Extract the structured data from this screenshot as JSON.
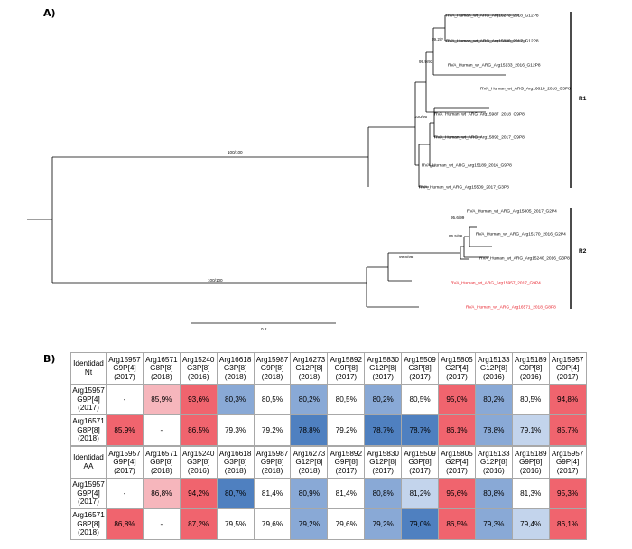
{
  "panels": {
    "a": "A)",
    "b": "B)"
  },
  "tree": {
    "taxa": [
      {
        "id": "t1",
        "label": "RVA_Human_wt_ARG_Arg16273_2018_G12P8",
        "color": "#000000"
      },
      {
        "id": "t2",
        "label": "RVA_Human_wt_ARG_Arg15830_2017_G12P8",
        "color": "#000000"
      },
      {
        "id": "t3",
        "label": "RVA_Human_wt_ARG_Arg15133_2016_G12P8",
        "color": "#000000"
      },
      {
        "id": "t4",
        "label": "RVA_Human_wt_ARG_Arg16618_2018_G3P8",
        "color": "#000000"
      },
      {
        "id": "t5",
        "label": "RVA_Human_wt_ARG_Arg15987_2018_G9P8",
        "color": "#000000"
      },
      {
        "id": "t6",
        "label": "RVA_Human_wt_ARG_Arg15892_2017_G9P8",
        "color": "#000000"
      },
      {
        "id": "t7",
        "label": "RVA_Human_wt_ARG_Arg15189_2016_G9P8",
        "color": "#000000"
      },
      {
        "id": "t8",
        "label": "RVA_Human_wt_ARG_Arg15509_2017_G3P8",
        "color": "#000000"
      },
      {
        "id": "t9",
        "label": "RVA_Human_wt_ARG_Arg15805_2017_G2P4",
        "color": "#000000"
      },
      {
        "id": "t10",
        "label": "RVA_Human_wt_ARG_Arg15170_2016_G2P4",
        "color": "#000000"
      },
      {
        "id": "t11",
        "label": "RVA_Human_wt_ARG_Arg15240_2016_G3P8",
        "color": "#000000"
      },
      {
        "id": "t12",
        "label": "RVA_Human_wt_ARG_Arg15957_2017_G9P4",
        "color": "#e8202a"
      },
      {
        "id": "t13",
        "label": "RVA_Human_wt_ARG_Arg16571_2018_G8P8",
        "color": "#e8202a"
      }
    ],
    "support": [
      {
        "id": "s1",
        "label": "99.2/?"
      },
      {
        "id": "s2",
        "label": "99.9/93"
      },
      {
        "id": "s3",
        "label": "100/95"
      },
      {
        "id": "s4",
        "label": "100/100"
      },
      {
        "id": "s5",
        "label": "95.6/99"
      },
      {
        "id": "s6",
        "label": "96.5/96"
      },
      {
        "id": "s7",
        "label": "99.8/98"
      },
      {
        "id": "s8",
        "label": "100/100"
      }
    ],
    "clades": [
      {
        "id": "R1",
        "label": "R1"
      },
      {
        "id": "R2",
        "label": "R2"
      }
    ],
    "scale_label": "0.2"
  },
  "colors": {
    "red_strong": "#f0646e",
    "red_light": "#f6b6bc",
    "blue_strong": "#4f80c0",
    "blue_mid": "#89a9d6",
    "blue_light": "#c3d4ec",
    "white": "#ffffff"
  },
  "tables": [
    {
      "corner": [
        "Identidad",
        "Nt"
      ],
      "columns": [
        [
          "Arg15957",
          "G9P[4]",
          "(2017)"
        ],
        [
          "Arg16571",
          "G8P[8]",
          "(2018)"
        ],
        [
          "Arg15240",
          "G3P[8]",
          "(2016)"
        ],
        [
          "Arg16618",
          "G3P[8]",
          "(2018)"
        ],
        [
          "Arg15987",
          "G9P[8]",
          "(2018)"
        ],
        [
          "Arg16273",
          "G12P[8]",
          "(2018)"
        ],
        [
          "Arg15892",
          "G9P[8]",
          "(2017)"
        ],
        [
          "Arg15830",
          "G12P[8]",
          "(2017)"
        ],
        [
          "Arg15509",
          "G3P[8]",
          "(2017)"
        ],
        [
          "Arg15805",
          "G2P[4]",
          "(2017)"
        ],
        [
          "Arg15133",
          "G12P[8]",
          "(2016)"
        ],
        [
          "Arg15189",
          "G9P[8]",
          "(2016)"
        ],
        [
          "Arg15957",
          "G9P[4]",
          "(2017)"
        ]
      ],
      "rows": [
        {
          "head": [
            "Arg15957",
            "G9P[4]",
            "(2017)"
          ],
          "cells": [
            {
              "v": "-",
              "c": "white"
            },
            {
              "v": "85,9%",
              "c": "red_light"
            },
            {
              "v": "93,6%",
              "c": "red_strong"
            },
            {
              "v": "80,3%",
              "c": "blue_mid"
            },
            {
              "v": "80,5%",
              "c": "white"
            },
            {
              "v": "80,2%",
              "c": "blue_mid"
            },
            {
              "v": "80,5%",
              "c": "white"
            },
            {
              "v": "80,2%",
              "c": "blue_mid"
            },
            {
              "v": "80,5%",
              "c": "white"
            },
            {
              "v": "95,0%",
              "c": "red_strong"
            },
            {
              "v": "80,2%",
              "c": "blue_mid"
            },
            {
              "v": "80,5%",
              "c": "white"
            },
            {
              "v": "94,8%",
              "c": "red_strong"
            }
          ]
        },
        {
          "head": [
            "Arg16571",
            "G8P[8]",
            "(2018)"
          ],
          "cells": [
            {
              "v": "85,9%",
              "c": "red_strong"
            },
            {
              "v": "-",
              "c": "white"
            },
            {
              "v": "86,5%",
              "c": "red_strong"
            },
            {
              "v": "79,3%",
              "c": "white"
            },
            {
              "v": "79,2%",
              "c": "white"
            },
            {
              "v": "78,8%",
              "c": "blue_strong"
            },
            {
              "v": "79,2%",
              "c": "white"
            },
            {
              "v": "78,7%",
              "c": "blue_strong"
            },
            {
              "v": "78,7%",
              "c": "blue_strong"
            },
            {
              "v": "86,1%",
              "c": "red_strong"
            },
            {
              "v": "78,8%",
              "c": "blue_mid"
            },
            {
              "v": "79,1%",
              "c": "blue_light"
            },
            {
              "v": "85,7%",
              "c": "red_strong"
            }
          ]
        }
      ]
    },
    {
      "corner": [
        "Identidad",
        "AA"
      ],
      "columns": [
        [
          "Arg15957",
          "G9P[4]",
          "(2017)"
        ],
        [
          "Arg16571",
          "G8P[8]",
          "(2018)"
        ],
        [
          "Arg15240",
          "G3P[8]",
          "(2016)"
        ],
        [
          "Arg16618",
          "G3P[8]",
          "(2018)"
        ],
        [
          "Arg15987",
          "G9P[8]",
          "(2018)"
        ],
        [
          "Arg16273",
          "G12P[8]",
          "(2018)"
        ],
        [
          "Arg15892",
          "G9P[8]",
          "(2017)"
        ],
        [
          "Arg15830",
          "G12P[8]",
          "(2017)"
        ],
        [
          "Arg15509",
          "G3P[8]",
          "(2017)"
        ],
        [
          "Arg15805",
          "G2P[4]",
          "(2017)"
        ],
        [
          "Arg15133",
          "G12P[8]",
          "(2016)"
        ],
        [
          "Arg15189",
          "G9P[8]",
          "(2016)"
        ],
        [
          "Arg15957",
          "G9P[4]",
          "(2017)"
        ]
      ],
      "rows": [
        {
          "head": [
            "Arg15957",
            "G9P[4]",
            "(2017)"
          ],
          "cells": [
            {
              "v": "-",
              "c": "white"
            },
            {
              "v": "86,8%",
              "c": "red_light"
            },
            {
              "v": "94,2%",
              "c": "red_strong"
            },
            {
              "v": "80,7%",
              "c": "blue_strong"
            },
            {
              "v": "81,4%",
              "c": "white"
            },
            {
              "v": "80,9%",
              "c": "blue_mid"
            },
            {
              "v": "81,4%",
              "c": "white"
            },
            {
              "v": "80,8%",
              "c": "blue_mid"
            },
            {
              "v": "81,2%",
              "c": "blue_light"
            },
            {
              "v": "95,6%",
              "c": "red_strong"
            },
            {
              "v": "80,8%",
              "c": "blue_mid"
            },
            {
              "v": "81,3%",
              "c": "white"
            },
            {
              "v": "95,3%",
              "c": "red_strong"
            }
          ]
        },
        {
          "head": [
            "Arg16571",
            "G8P[8]",
            "(2018)"
          ],
          "cells": [
            {
              "v": "86,8%",
              "c": "red_strong"
            },
            {
              "v": "-",
              "c": "white"
            },
            {
              "v": "87,2%",
              "c": "red_strong"
            },
            {
              "v": "79,5%",
              "c": "white"
            },
            {
              "v": "79,6%",
              "c": "white"
            },
            {
              "v": "79,2%",
              "c": "blue_mid"
            },
            {
              "v": "79,6%",
              "c": "white"
            },
            {
              "v": "79,2%",
              "c": "blue_mid"
            },
            {
              "v": "79,0%",
              "c": "blue_strong"
            },
            {
              "v": "86,5%",
              "c": "red_strong"
            },
            {
              "v": "79,3%",
              "c": "blue_mid"
            },
            {
              "v": "79,4%",
              "c": "blue_light"
            },
            {
              "v": "86,1%",
              "c": "red_strong"
            }
          ]
        }
      ]
    }
  ]
}
